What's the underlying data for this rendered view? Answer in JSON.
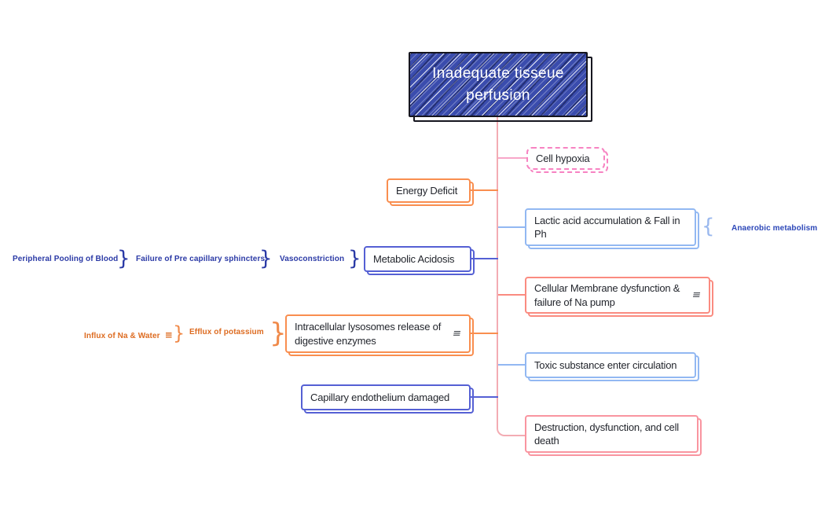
{
  "root": {
    "label": "Inadequate tisseue perfusion"
  },
  "nodes": {
    "cell_hypoxia": {
      "label": "Cell hypoxia"
    },
    "energy_deficit": {
      "label": "Energy Deficit"
    },
    "lactic_acid": {
      "label": "Lactic acid accumulation & Fall in Ph"
    },
    "anaerobic": {
      "label": "Anaerobic metabolism"
    },
    "peripheral_pooling": {
      "label": "Peripheral Pooling of Blood"
    },
    "failure_sphincters": {
      "label": "Failure of Pre capillary sphincters"
    },
    "vasoconstriction": {
      "label": "Vasoconstriction"
    },
    "metabolic_acidosis": {
      "label": "Metabolic Acidosis"
    },
    "cellular_membrane": {
      "label": "Cellular Membrane dysfunction & failure of Na pump"
    },
    "influx_na_water": {
      "label": "Influx of Na & Water"
    },
    "efflux_potassium": {
      "label": "Efflux of potassium"
    },
    "intracellular_lysosomes": {
      "label": "Intracellular lysosomes release of digestive enzymes"
    },
    "toxic_substance": {
      "label": "Toxic substance enter circulation"
    },
    "capillary_endothelium": {
      "label": "Capillary endothelium damaged"
    },
    "destruction": {
      "label": "Destruction, dysfunction, and cell death"
    }
  },
  "icons": {
    "notes": "≡",
    "brace_open": "{",
    "brace_close": "}"
  },
  "colors": {
    "trunk": "#f3acb3",
    "pink": "#f783c2",
    "pinkline": "#f8a6c9",
    "orange": "#f98e4f",
    "bluelight": "#92b8f2",
    "indigo": "#5560d4",
    "salmon": "#fa8b80",
    "redpink": "#f995a0",
    "chainindigo": "#2b3aa6",
    "chainorange": "#dd6b20",
    "anaerobictext": "#2c47b8",
    "bracelight": "#9ab8ee",
    "braceorange": "#f08a4a",
    "rootfill": "#3a4cad",
    "rootborder": "#16161f"
  }
}
